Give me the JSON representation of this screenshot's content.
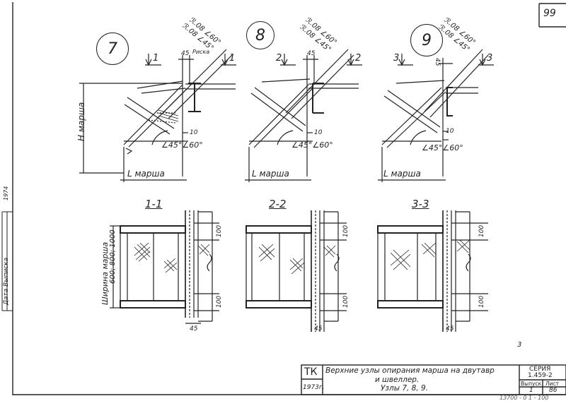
{
  "page_number": "99",
  "details": [
    {
      "num": "7",
      "sec": "1",
      "weld_a": "ℛ.08 ∠60°",
      "weld_b": "ℛ.08 ∠45°",
      "dim_top": "45",
      "note": "Риска",
      "angle": "∠45°∠60°",
      "dim_low": "10",
      "h_label": "H марша",
      "l_label": "L марша"
    },
    {
      "num": "8",
      "sec": "2",
      "weld_a": "ℛ.08 ∠60°",
      "weld_b": "ℛ.08 ∠45°",
      "dim_top": "45",
      "note": "",
      "angle": "∠45°∠60°",
      "dim_low": "10",
      "h_label": "",
      "l_label": "L марша"
    },
    {
      "num": "9",
      "sec": "3",
      "weld_a": "ℛ.08 ∠60°",
      "weld_b": "ℛ.08 ∠45°",
      "dim_top": "45",
      "note": "",
      "angle": "∠45°∠60°",
      "dim_low": "10",
      "h_label": "",
      "l_label": "L марша"
    }
  ],
  "sections": [
    {
      "title": "1-1",
      "dim_top": "100",
      "dim_bot": "100",
      "dim_side": "45"
    },
    {
      "title": "2-2",
      "dim_top": "100",
      "dim_bot": "100",
      "dim_side": "45"
    },
    {
      "title": "3-3",
      "dim_top": "100",
      "dim_bot": "100",
      "dim_side": "45"
    }
  ],
  "width_label": "Ширина марша",
  "width_values": "600; 800; 1000",
  "margin_label": "Дата  Выписка",
  "margin_year": "1974",
  "stray_mark": "3",
  "title_block": {
    "tk": "ТК",
    "year": "1973г.",
    "title_line1": "Верхние узлы опирания марша на двутавр",
    "title_line2": "и швеллер.",
    "title_line3": "Узлы 7, 8, 9.",
    "series_label": "СЕРИЯ",
    "series_value": "1.459-2",
    "issue_label": "Выпуск",
    "sheet_label": "Лист",
    "issue_value": "1",
    "sheet_value": "86"
  },
  "bottom_code": "13700 - 0 1 - 100"
}
